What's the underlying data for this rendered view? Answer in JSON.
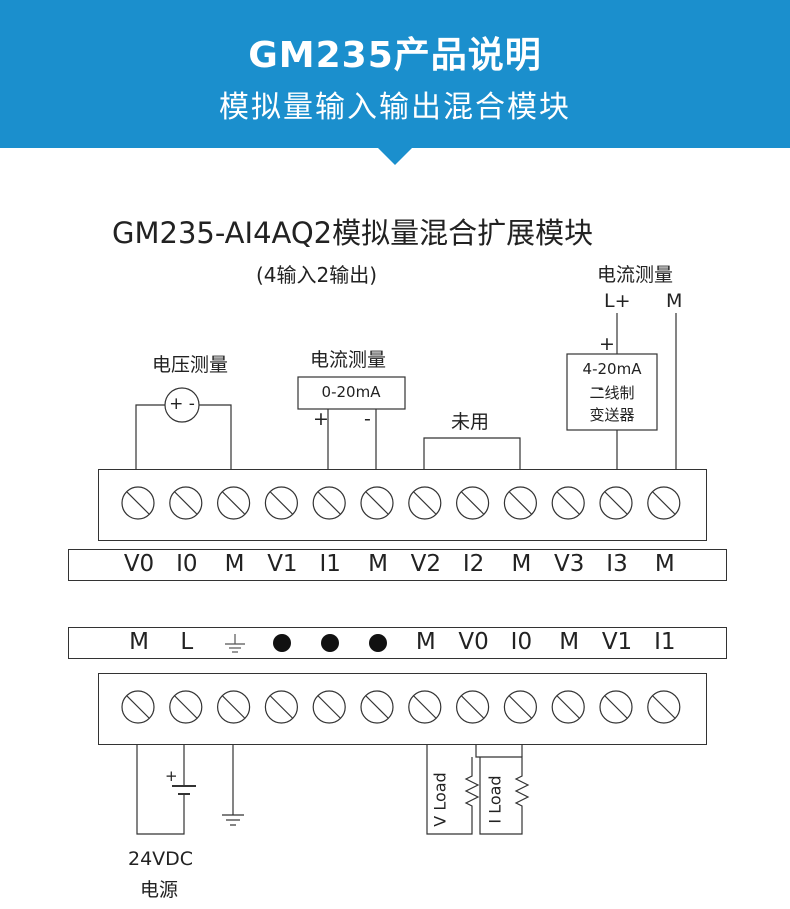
{
  "banner": {
    "title": "GM235产品说明",
    "subtitle": "模拟量输入输出混合模块",
    "color": "#1b8fcd"
  },
  "diagram": {
    "title": "GM235-AI4AQ2模拟量混合扩展模块",
    "subtitle": "(4输入2输出)",
    "voltage_label": "电压测量",
    "voltmeter_symbol": "+ -",
    "current_label_1": "电流测量",
    "current_range_1": "0-20mA",
    "plus_1": "+",
    "minus_1": "-",
    "unused_label": "未用",
    "current_label_2": "电流测量",
    "lplus_label": "L+",
    "m_label": "M",
    "transmitter_plus": "+",
    "transmitter_minus": "-",
    "transmitter_line1": "4-20mA",
    "transmitter_line2": "二线制",
    "transmitter_line3": "变送器",
    "top_terminals": [
      "V0",
      "I0",
      "M",
      "V1",
      "I1",
      "M",
      "V2",
      "I2",
      "M",
      "V3",
      "I3",
      "M"
    ],
    "bottom_terminals": [
      "M",
      "L",
      "ground-icon",
      "dot",
      "dot",
      "dot",
      "M",
      "V0",
      "I0",
      "M",
      "V1",
      "I1"
    ],
    "battery_plus": "+",
    "power_line1": "24VDC",
    "power_line2": "电源",
    "v_load": "V Load",
    "i_load": "I Load"
  }
}
